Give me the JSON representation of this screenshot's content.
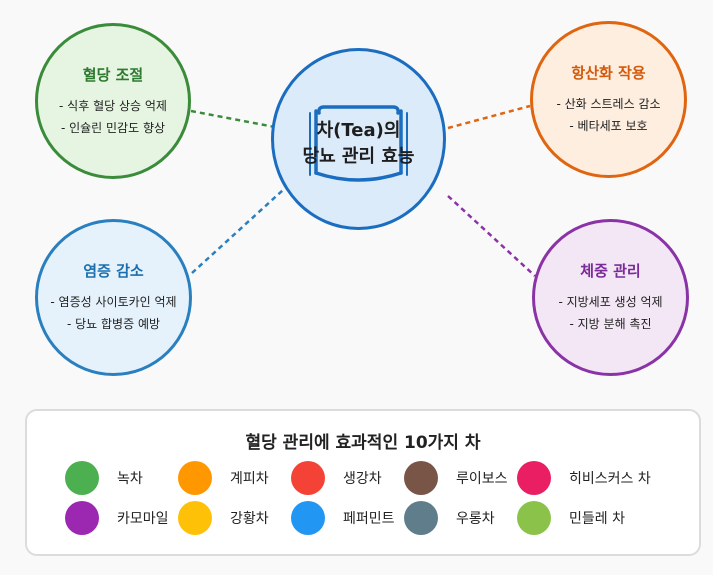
{
  "center": {
    "line1": "차(Tea)의",
    "line2": "당뇨 관리 효능"
  },
  "nodes": {
    "glucose": {
      "title": "혈당 조절",
      "items": [
        "- 식후 혈당 상승 억제",
        "- 인슐린 민감도 향상"
      ],
      "color": "#3a8b3a"
    },
    "antioxidant": {
      "title": "항산화 작용",
      "items": [
        "- 산화 스트레스 감소",
        "- 베타세포 보호"
      ],
      "color": "#e06510"
    },
    "inflammation": {
      "title": "염증 감소",
      "items": [
        "- 염증성 사이토카인 억제",
        "- 당뇨 합병증 예방"
      ],
      "color": "#2a7fbf"
    },
    "weight": {
      "title": "체중 관리",
      "items": [
        "- 지방세포 생성 억제",
        "- 지방 분해 촉진"
      ],
      "color": "#8a33a6"
    }
  },
  "legend": {
    "title": "혈당 관리에 효과적인 10가지 차",
    "items": [
      {
        "label": "녹차",
        "color": "#4caf50"
      },
      {
        "label": "계피차",
        "color": "#ff9800"
      },
      {
        "label": "생강차",
        "color": "#f44336"
      },
      {
        "label": "루이보스",
        "color": "#795548"
      },
      {
        "label": "히비스커스 차",
        "color": "#e91e63"
      },
      {
        "label": "카모마일",
        "color": "#9c27b0"
      },
      {
        "label": "강황차",
        "color": "#ffc107"
      },
      {
        "label": "페퍼민트",
        "color": "#2196f3"
      },
      {
        "label": "우롱차",
        "color": "#607d8b"
      },
      {
        "label": "민들레 차",
        "color": "#8bc34a"
      }
    ]
  }
}
